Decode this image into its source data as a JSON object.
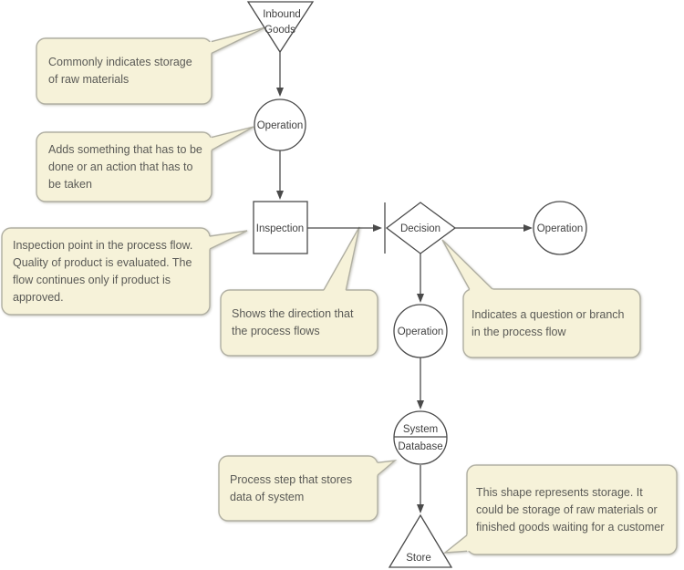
{
  "palette": {
    "background": "#ffffff",
    "shape_fill": "#ffffff",
    "shape_stroke": "#4a4a4a",
    "shape_text": "#3f3f3f",
    "connector": "#4a4a4a",
    "callout_fill": "#f6f2d9",
    "callout_border": "#b0afa2",
    "callout_text": "#5a5a56"
  },
  "nodes": {
    "inbound_goods": {
      "line1": "Inbound",
      "line2": "Goods"
    },
    "operation_top": {
      "label": "Operation"
    },
    "inspection": {
      "label": "Inspection"
    },
    "decision": {
      "label": "Decision"
    },
    "operation_right": {
      "label": "Operation"
    },
    "operation_middle": {
      "label": "Operation"
    },
    "system_database": {
      "line1": "System",
      "line2": "Database"
    },
    "store": {
      "label": "Store"
    }
  },
  "callouts": {
    "raw_materials": {
      "text": "Commonly indicates storage of raw materials"
    },
    "operation": {
      "text": "Adds something that has to be done or an action that has to be taken"
    },
    "inspection": {
      "text": "Inspection point in the process flow. Quality of product is evaluated. The flow continues only if product is approved."
    },
    "flow_direction": {
      "text": "Shows the direction that the process flows"
    },
    "decision": {
      "text": "Indicates a question or branch in the process flow"
    },
    "system_database": {
      "text": "Process step that stores data of system"
    },
    "store": {
      "text": "This shape represents storage. It could be storage of raw materials or finished goods waiting for a customer"
    }
  }
}
